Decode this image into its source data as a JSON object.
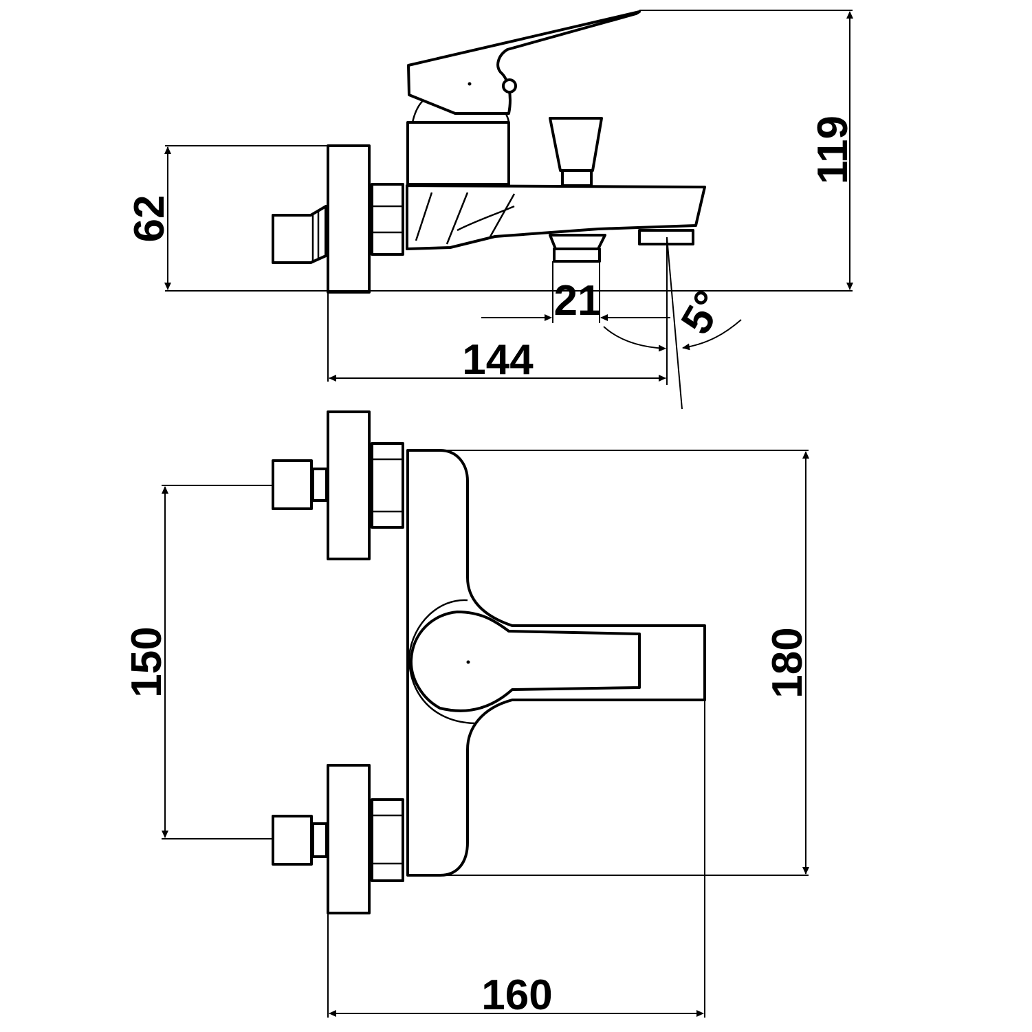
{
  "dimensions": {
    "height_total": "119",
    "wall_plate": "62",
    "outlet_diameter": "21",
    "spout_angle": "5°",
    "projection": "144",
    "inlet_centers": "150",
    "body_length": "180",
    "depth_front": "160"
  },
  "colors": {
    "line": "#000000",
    "background": "#ffffff"
  }
}
